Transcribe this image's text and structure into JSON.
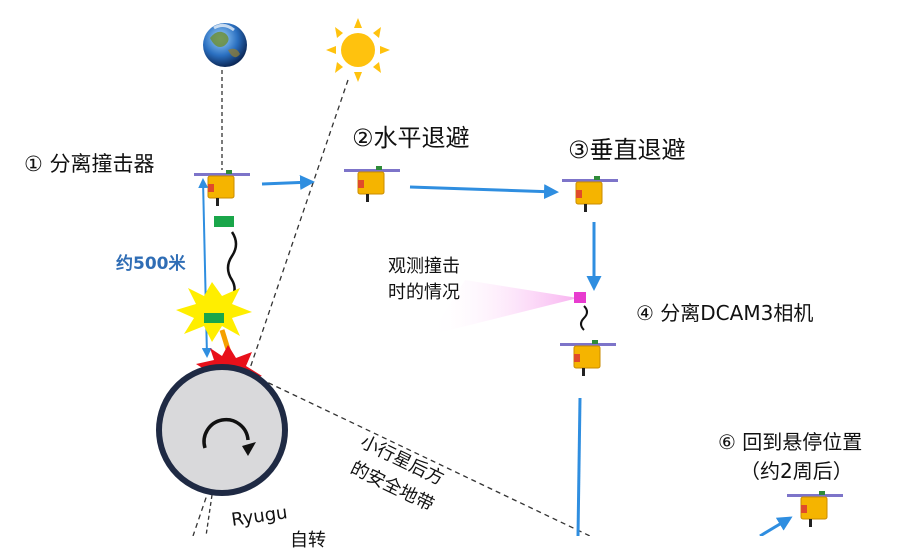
{
  "steps": {
    "step1": "① 分离撞击器",
    "step2": "②水平退避",
    "step3": "③垂直退避",
    "step4": "④ 分离DCAM3相机",
    "step6_line1": "⑥ 回到悬停位置",
    "step6_line2": "（约2周后）"
  },
  "annotations": {
    "distance": "约500米",
    "observe_line1": "观测撞击",
    "observe_line2": "时的情况",
    "safe_zone_line1": "小行星后方",
    "safe_zone_line2": "的安全地带",
    "asteroid_name": "Ryugu",
    "asteroid_suffix": "自转"
  },
  "colors": {
    "arrow_blue": "#2f8ee0",
    "spacecraft_yellow": "#f5b400",
    "panel_purple": "#7d74c9",
    "asteroid_gray": "#d9d9db",
    "asteroid_border": "#1f2a44",
    "impactor_green": "#1aa64a",
    "dcam_magenta": "#e83ccf",
    "sun_yellow": "#ffc20e",
    "label_blue": "#2f6db5"
  },
  "icons": {
    "earth": "earth-icon",
    "sun": "sun-icon",
    "spacecraft": "spacecraft-icon",
    "explosion": "explosion-icon",
    "rotation": "rotation-arrow-icon"
  }
}
